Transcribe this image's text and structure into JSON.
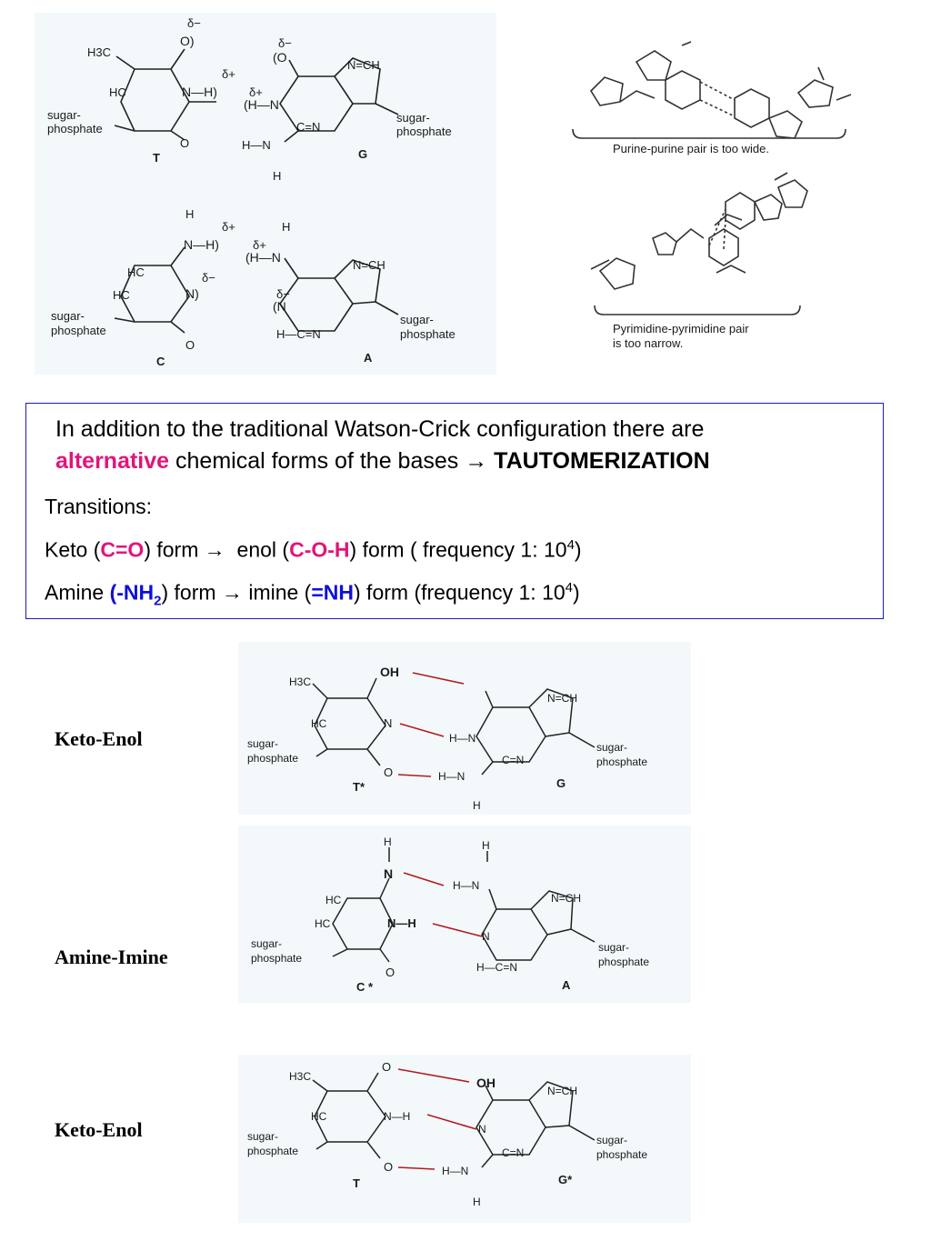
{
  "top_figures": {
    "pair_T": {
      "group_h3c": "H3C",
      "delta_minus": "δ−",
      "o_paren": "O)",
      "delta_plus": "δ+",
      "n_h_paren": "N—H)",
      "hc": "HC",
      "sugar": "sugar-",
      "phosphate": "phosphate",
      "o": "O",
      "label": "T"
    },
    "pair_G": {
      "delta_minus": "δ−",
      "o_paren": "(O",
      "n_ch": "N=CH",
      "delta_plus": "δ+",
      "h_n_paren": "(H—N",
      "c_eq_n": "C=N",
      "sugar": "sugar-",
      "phosphate": "phosphate",
      "h_n": "H—N",
      "h": "H",
      "label": "G"
    },
    "pair_C": {
      "h": "H",
      "n_h_paren": "N—H)",
      "delta_plus": "δ+",
      "delta_minus": "δ−",
      "hc1": "HC",
      "hc2": "HC",
      "n_paren": "N)",
      "sugar": "sugar-",
      "phosphate": "phosphate",
      "o": "O",
      "label": "C"
    },
    "pair_A": {
      "h": "H",
      "delta_plus": "δ+",
      "h_n_paren": "(H—N",
      "n_ch": "N=CH",
      "delta_minus": "δ−",
      "n_paren": "(N",
      "h_c_eq_n": "H—C=N",
      "sugar": "sugar-",
      "phosphate": "phosphate",
      "label": "A"
    },
    "caption_purine": "Purine-purine pair is too wide.",
    "caption_pyrimidine_1": "Pyrimidine-pyrimidine pair",
    "caption_pyrimidine_2": "is too narrow."
  },
  "info_box": {
    "line1": "In addition to the traditional Watson-Crick configuration there are",
    "line2_highlight": "alternative",
    "line2_text": " chemical forms of the bases ",
    "line2_arrow": "→",
    "line2_bold": "TAUTOMERIZATION",
    "transitions": "Transitions:",
    "keto_pre": "Keto (",
    "keto_formula": "C=O",
    "keto_mid": ") form ",
    "keto_arrow": "→",
    "keto_enol": "  enol (",
    "enol_formula": "C-O-H",
    "keto_post": ") form ( frequency 1: 10",
    "keto_exp": "4",
    "keto_close": ")",
    "amine_pre": "Amine ",
    "amine_formula_a": "(-NH",
    "amine_sub": "2",
    "amine_mid": ") form ",
    "amine_arrow": "→",
    "amine_imine": " imine (",
    "imine_formula": "=NH",
    "amine_post": ") form (frequency 1: 10",
    "amine_exp": "4",
    "amine_close": ")"
  },
  "section_labels": {
    "s1": "Keto-Enol",
    "s2": "Amine-Imine",
    "s3": "Keto-Enol"
  },
  "figure1": {
    "oh": "OH",
    "h3c": "H3C",
    "hc": "HC",
    "n": "N",
    "sugar_l": "sugar-",
    "phosphate_l": "phosphate",
    "o": "O",
    "label_left": "T*",
    "n_ch": "N=CH",
    "h_n": "H—N",
    "c_eq_n": "C=N",
    "h_n2": "H—N",
    "h": "H",
    "sugar_r": "sugar-",
    "phosphate_r": "phosphate",
    "label_right": "G"
  },
  "figure2": {
    "h_top": "H",
    "n_eq": "N",
    "hc1": "HC",
    "hc2": "HC",
    "n_h": "N—H",
    "sugar_l": "sugar-",
    "phosphate_l": "phosphate",
    "o": "O",
    "label_left": "C *",
    "h": "H",
    "h_n": "H—N",
    "n_ch": "N=CH",
    "n": "N",
    "h_c_eq_n": "H—C=N",
    "sugar_r": "sugar-",
    "phosphate_r": "phosphate",
    "label_right": "A"
  },
  "figure3": {
    "o_top": "O",
    "h3c": "H3C",
    "hc": "HC",
    "n_h": "N—H",
    "sugar_l": "sugar-",
    "phosphate_l": "phosphate",
    "o": "O",
    "label_left": "T",
    "oh": "OH",
    "n_ch": "N=CH",
    "n": "N",
    "c_eq_n": "C=N",
    "h_n": "H—N",
    "h": "H",
    "sugar_r": "sugar-",
    "phosphate_r": "phosphate",
    "label_right": "G*"
  }
}
